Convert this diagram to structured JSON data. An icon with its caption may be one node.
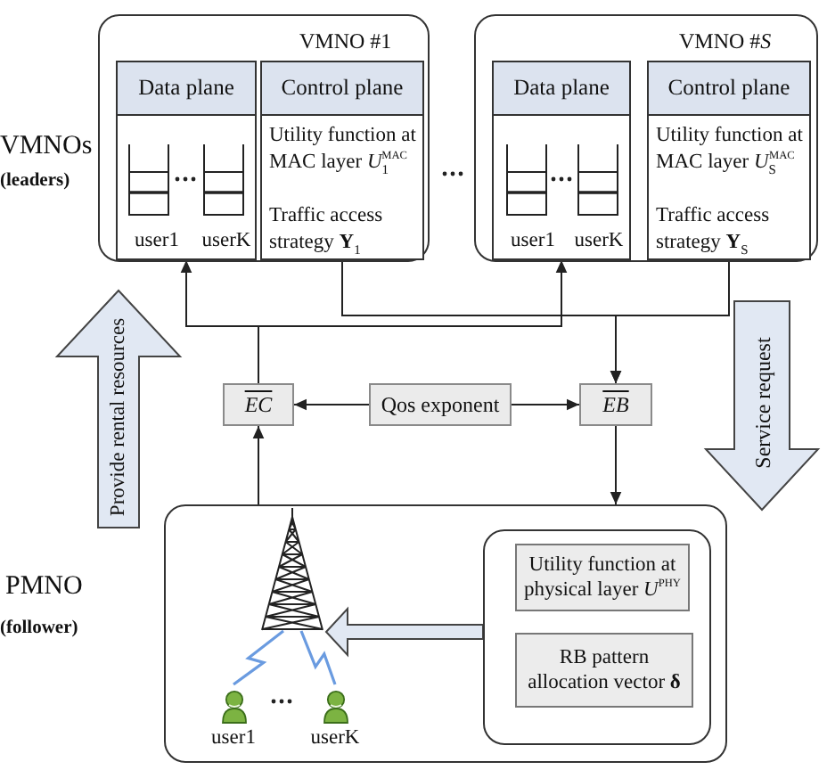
{
  "diagram": {
    "nodes": [
      {
        "text": [
          "VMNO #1"
        ]
      },
      {
        "text": [
          "Data plane",
          "user1",
          "userK"
        ],
        "in": 0
      },
      {
        "text": [
          "Control plane",
          "Utility function at MAC layer *U*$_{1}$$^{MAC}$",
          "Traffic access strategy **Y**$_{1}$"
        ],
        "in": 0
      },
      {
        "text": [
          "VMNO #*S*"
        ]
      },
      {
        "text": [
          "Data plane",
          "user1",
          "userK"
        ],
        "in": 3
      },
      {
        "text": [
          "Control plane",
          "Utility function at MAC layer *U*$_{S}$$^{MAC}$",
          "Traffic access strategy **Y**$_{S}$"
        ],
        "in": 3
      },
      {
        "text": [
          "EC"
        ]
      },
      {
        "text": [
          "Qos exponent"
        ]
      },
      {
        "text": [
          "EB"
        ]
      },
      {
        "text": [],
        "shape": "box"
      },
      {
        "text": [],
        "shape": "picture",
        "in": 9
      },
      {
        "text": [
          "user1"
        ],
        "in": 9
      },
      {
        "text": [
          "userK"
        ],
        "in": 9
      },
      {
        "text": [],
        "shape": "box",
        "in": 9
      },
      {
        "text": [
          "Utility function at physical layer *U*$^{PHY}$"
        ],
        "in": 13
      },
      {
        "text": [
          "RB pattern allocation vector **δ**"
        ],
        "in": 13
      }
    ],
    "edges": [
      {
        "from": 6,
        "to": 1,
        "arrow": "to"
      },
      {
        "from": 6,
        "to": 4,
        "arrow": "to"
      },
      {
        "from": 2,
        "to": 8,
        "arrow": "to"
      },
      {
        "from": 5,
        "to": 8,
        "arrow": "to"
      },
      {
        "from": 7,
        "to": 6,
        "arrow": "to"
      },
      {
        "from": 7,
        "to": 8,
        "arrow": "to"
      },
      {
        "from": 9,
        "to": 6,
        "arrow": "to"
      },
      {
        "from": 8,
        "to": 9,
        "arrow": "to"
      },
      {
        "from": 13,
        "to": 10,
        "arrow": "to",
        "style": "thick"
      },
      {
        "from": 10,
        "to": 11,
        "arrow": "none",
        "color": "#6a9be0"
      },
      {
        "from": 10,
        "to": 12,
        "arrow": "none",
        "color": "#6a9be0"
      }
    ],
    "labels": [
      "VMNOs",
      "(leaders)",
      "Provide rental resources",
      "Service request",
      "PMNO",
      "(follower)"
    ]
  }
}
